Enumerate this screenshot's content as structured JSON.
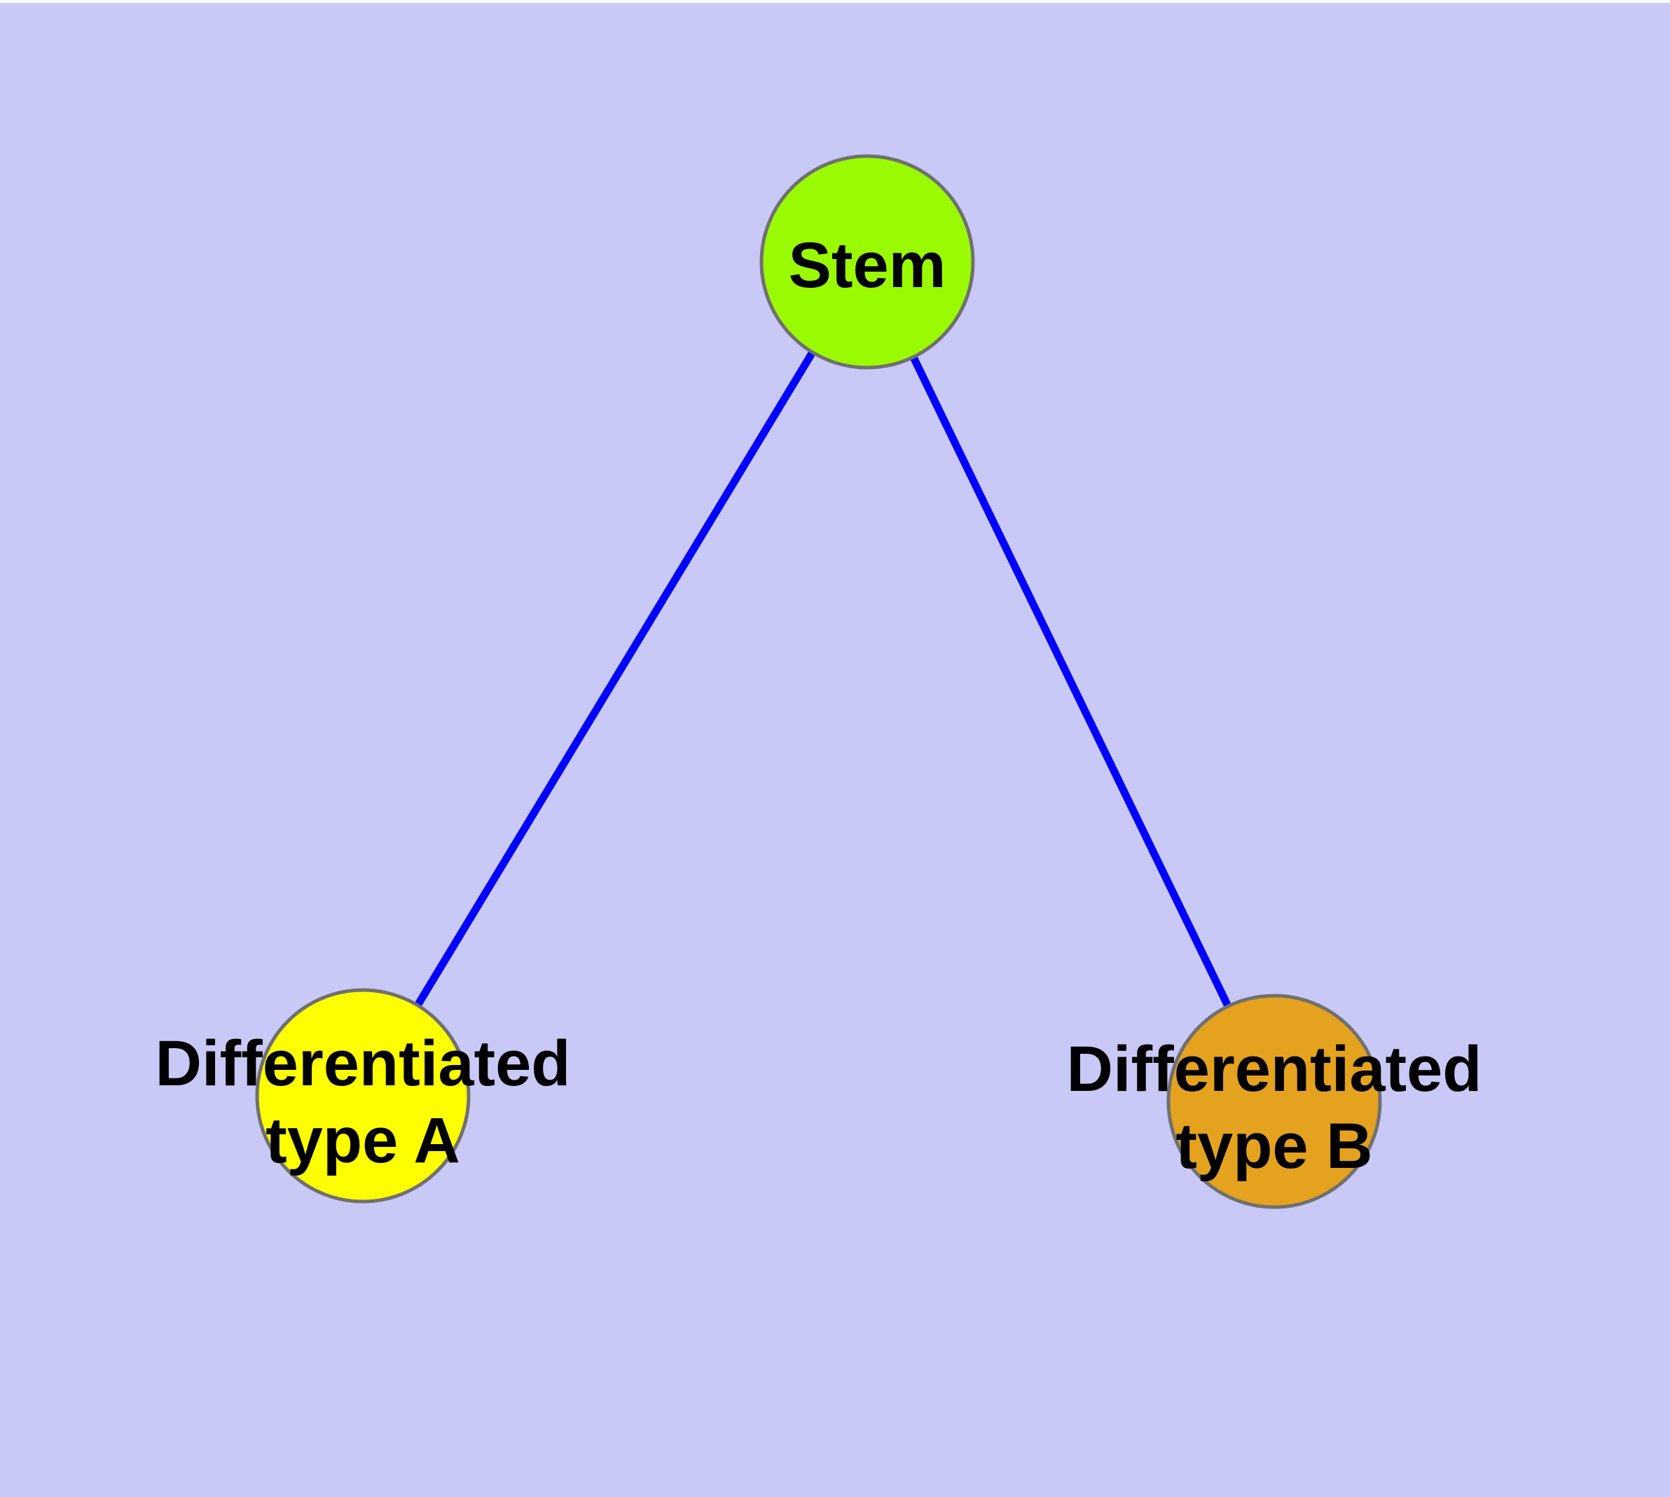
{
  "window": {
    "background": "#c9c9f7",
    "top_strip_color": "#ffffff"
  },
  "diagram": {
    "type": "node-link-graph",
    "description": "Cell differentiation hierarchy: one stem node connected to two differentiated type nodes",
    "colors": {
      "background": "#c9c9f7",
      "edge": "#0000ff",
      "node_border": "#707070",
      "label_text": "#000000",
      "stem_fill": "#9afb00",
      "type_a_fill": "#ffff00",
      "type_b_fill": "#e5a21e"
    },
    "nodes": [
      {
        "id": "stem",
        "label": "Stem",
        "fill": "#9afb00"
      },
      {
        "id": "differentiated-type-a",
        "label": "Differentiated type A",
        "line1": "Differentiated",
        "line2": "type A",
        "fill": "#ffff00"
      },
      {
        "id": "differentiated-type-b",
        "label": "Differentiated type B",
        "line1": "Differentiated",
        "line2": "type B",
        "fill": "#e5a21e"
      }
    ],
    "edges": [
      {
        "from": "Stem",
        "to": "Differentiated type A"
      },
      {
        "from": "Stem",
        "to": "Differentiated type B"
      }
    ]
  }
}
